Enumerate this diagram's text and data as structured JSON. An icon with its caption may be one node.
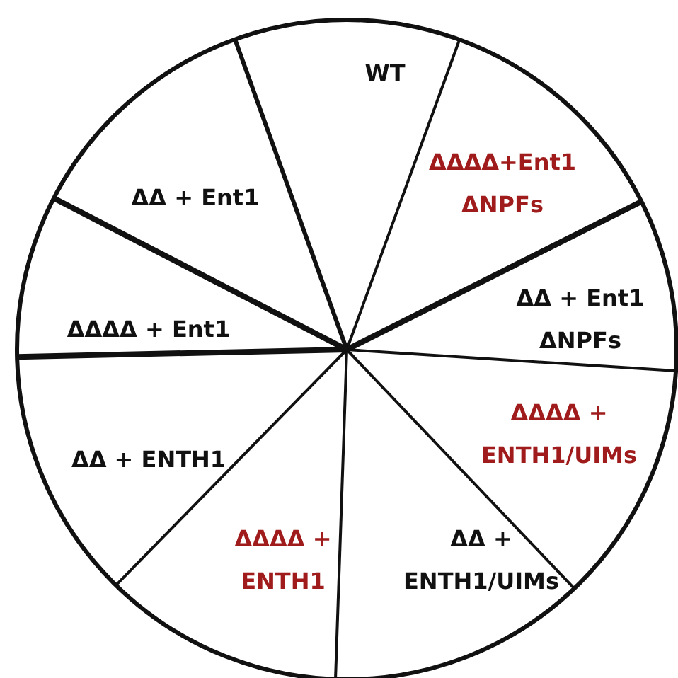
{
  "diagram": {
    "nodes": [
      {
        "text": [
          "WT"
        ]
      },
      {
        "text": [
          "ΔΔΔΔ+Ent1 ΔNPFs"
        ]
      },
      {
        "text": [
          "ΔΔ + Ent1 ΔNPFs"
        ]
      },
      {
        "text": [
          "ΔΔΔΔ + ENTH1/UIMs"
        ]
      },
      {
        "text": [
          "ΔΔ + ENTH1/UIMs"
        ]
      },
      {
        "text": [
          "ΔΔΔΔ + ENTH1"
        ]
      },
      {
        "text": [
          "ΔΔ + ENTH1"
        ]
      },
      {
        "text": [
          "ΔΔΔΔ + Ent1"
        ]
      },
      {
        "text": [
          "ΔΔ + Ent1"
        ]
      }
    ]
  }
}
